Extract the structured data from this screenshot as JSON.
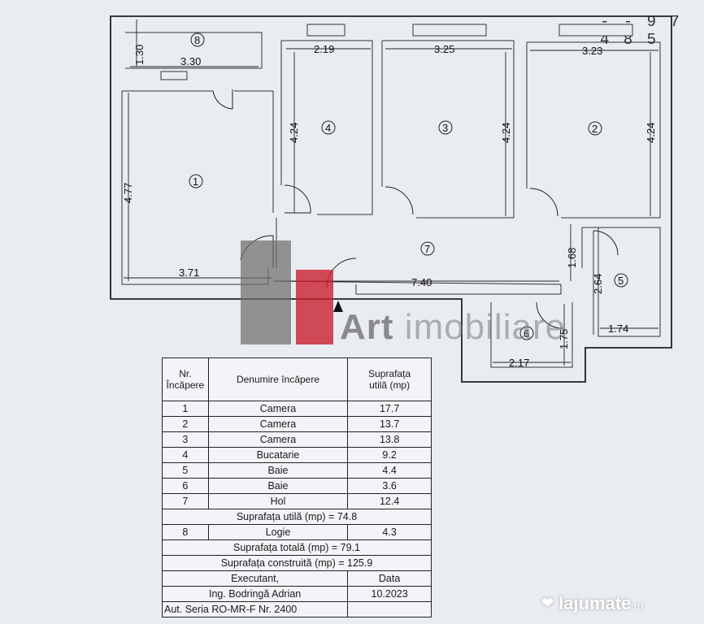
{
  "corner_code": "- - 9 7 4 8 5",
  "watermark": {
    "brand_bold": "Art",
    "brand_rest": " imobiliare"
  },
  "dimensions": {
    "r8_height": "1.30",
    "r8_width": "3.30",
    "r4_width": "2.19",
    "r4_height": "4.24",
    "r3_width": "3.25",
    "r3_height": "4.24",
    "r2_width": "3.23",
    "r2_height": "4.24",
    "r1_height": "4.77",
    "r1_width": "3.71",
    "r7_width": "7.40",
    "r7_height": "1.68",
    "r5_height": "2.64",
    "r5_width": "1.74",
    "r6_width": "2.17",
    "r6_height": "1.75"
  },
  "room_numbers": [
    "1",
    "2",
    "3",
    "4",
    "5",
    "6",
    "7",
    "8"
  ],
  "table": {
    "headers": {
      "nr": "Nr.\nÎncăpere",
      "name": "Denumire încăpere",
      "area": "Suprafața\nutilă (mp)"
    },
    "rows": [
      {
        "nr": "1",
        "name": "Camera",
        "area": "17.7"
      },
      {
        "nr": "2",
        "name": "Camera",
        "area": "13.7"
      },
      {
        "nr": "3",
        "name": "Camera",
        "area": "13.8"
      },
      {
        "nr": "4",
        "name": "Bucatarie",
        "area": "9.2"
      },
      {
        "nr": "5",
        "name": "Baie",
        "area": "4.4"
      },
      {
        "nr": "6",
        "name": "Baie",
        "area": "3.6"
      },
      {
        "nr": "7",
        "name": "Hol",
        "area": "12.4"
      }
    ],
    "useful_total": "Suprafața utilă (mp) = 74.8",
    "loggia": {
      "nr": "8",
      "name": "Logie",
      "area": "4.3"
    },
    "total": "Suprafața totală (mp) = 79.1",
    "built": "Suprafața construită (mp) = 125.9",
    "executant_label": "Executant,",
    "date_label": "Data",
    "executant_name": "Ing. Bodringă  Adrian",
    "date_value": "10.2023",
    "authorization": "Aut. Seria RO-MR-F Nr. 2400"
  },
  "site_logo": {
    "name": "lajumate",
    "suffix": ".ro"
  },
  "colors": {
    "watermark_red": "#c9202f",
    "watermark_gray": "#6e6e6e",
    "paper": "#e9ecf1"
  }
}
